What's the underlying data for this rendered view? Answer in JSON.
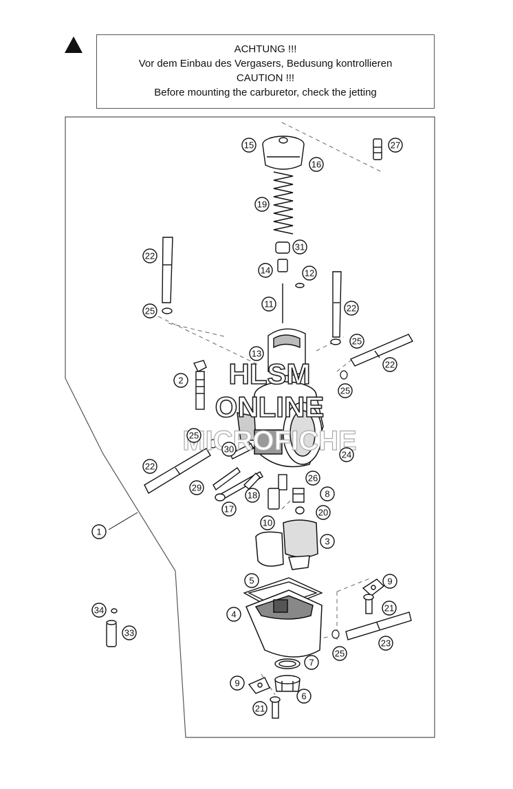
{
  "notice": {
    "line1": "ACHTUNG !!!",
    "line2": "Vor dem Einbau des Vergasers, Bedusung kontrollieren",
    "line3": "CAUTION !!!",
    "line4": "Before mounting the carburetor, check the jetting"
  },
  "watermark": {
    "line1": "HLSM",
    "line2": "ONLINE",
    "line3": "MICROFICHE"
  },
  "callouts": [
    "1",
    "2",
    "3",
    "4",
    "5",
    "6",
    "7",
    "8",
    "9",
    "9",
    "10",
    "11",
    "12",
    "13",
    "14",
    "15",
    "16",
    "17",
    "18",
    "19",
    "20",
    "21",
    "21",
    "22",
    "22",
    "22",
    "22",
    "23",
    "24",
    "25",
    "25",
    "25",
    "25",
    "25",
    "26",
    "27",
    "29",
    "30",
    "31",
    "33",
    "34"
  ],
  "icons": {
    "warning": "warning-triangle-icon"
  }
}
